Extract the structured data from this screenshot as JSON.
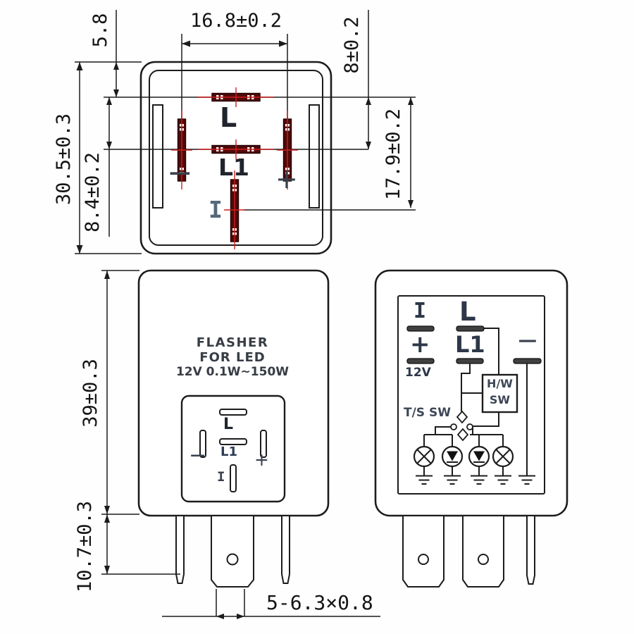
{
  "title": "LED flasher relay dimensional drawing",
  "colors": {
    "line": "#1c1c1c",
    "pin_fill": "#510909",
    "pin_crosshair": "#cc1f1f",
    "label_dark": "#20242c",
    "label_muted": "#55687c",
    "terminal_bar_fill": "#404040"
  },
  "top_view": {
    "dim_width": "16.8±0.2",
    "dim_top_offset": "5.8",
    "dim_height": "30.5±0.3",
    "dim_row_gap_left": "8.4±0.2",
    "dim_row_gap_right": "8±0.2",
    "dim_pin_i_offset": "17.9±0.2",
    "pin_l": "L",
    "pin_l1": "L1",
    "pin_i": "I",
    "pin_minus": "−",
    "pin_plus": "+"
  },
  "front_view": {
    "marking_line1": "FLASHER",
    "marking_line2": "FOR LED",
    "marking_line3": "12V 0.1W~150W",
    "dim_height": "39±0.3",
    "dim_pin_length": "10.7±0.3",
    "dim_terminal": "5-6.3×0.8",
    "pin_l": "L",
    "pin_l1": "L1",
    "pin_i": "I",
    "pin_minus": "−",
    "pin_plus": "+"
  },
  "circuit_view": {
    "terminal_i": "I",
    "terminal_plus": "+",
    "terminal_voltage": "12V",
    "terminal_l": "L",
    "terminal_l1": "L1",
    "terminal_minus": "−",
    "hazard_switch_line1": "H/W",
    "hazard_switch_line2": "SW",
    "turn_signal_switch": "T/S SW"
  }
}
